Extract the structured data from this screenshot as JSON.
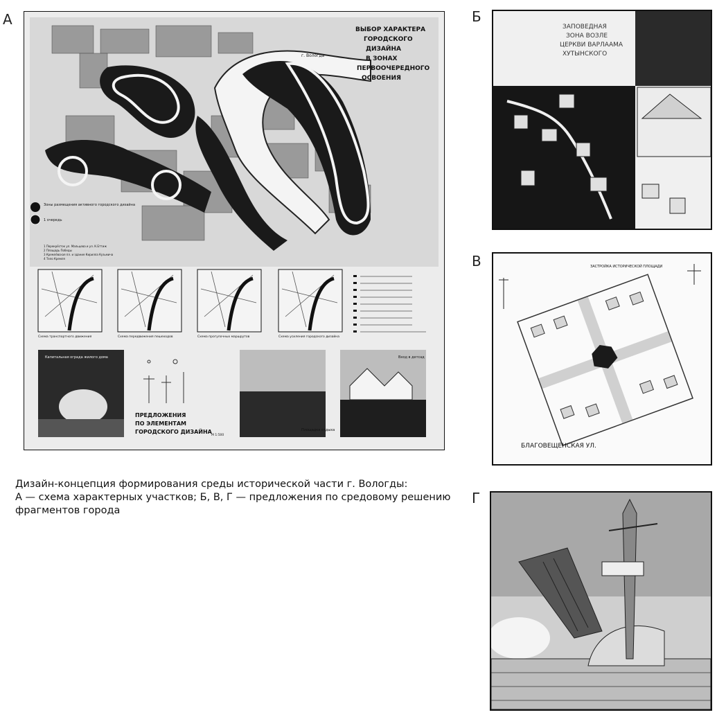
{
  "labels": {
    "a": "А",
    "b": "Б",
    "v": "В",
    "g": "Г"
  },
  "caption": {
    "line1": "Дизайн-концепция формирования среды исторической части г. Вологды:",
    "line2": "А — схема характерных участков; Б, В, Г — предложения по средовому решению",
    "line3": "фрагментов города"
  },
  "panel_a": {
    "title_lines": [
      "ВЫБОР ХАРАКТЕРА",
      "ГОРОДСКОГО",
      "ДИЗАЙНА",
      "В ЗОНАХ",
      "ПЕРВООЧЕРЕДНОГО",
      "ОСВОЕНИЯ"
    ],
    "river_label": "г. Вологда",
    "legend_1": "Зоны размещения активного городского дизайна",
    "legend_2": "1 очередь",
    "legend_items": [
      "1 Перекрёсток ул. Мальцева и ул. К.Бттиж",
      "2 Площадь Победы",
      "3 Кремлёвская пл. и здание Кирилла Кузьмича",
      "4 Тело Кремля"
    ],
    "schema_captions": [
      "Схема транспортного движения",
      "Схема передвижения пешеходов",
      "Схема прогулочных маршрутов",
      "Схема усиления городского дизайна"
    ],
    "photo_captions": [
      "Капитальная ограда жилого дома",
      "Вход в детсад",
      "Площадка отдыха"
    ],
    "proposals_lines": [
      "ПРЕДЛОЖЕНИЯ",
      "ПО ЭЛЕМЕНТАМ",
      "ГОРОДСКОГО ДИЗАЙНА"
    ],
    "scale": "М 1:500"
  },
  "panel_b": {
    "title_lines": [
      "ЗАПОВЕДНАЯ",
      "ЗОНА ВОЗЛЕ",
      "ЦЕРКВИ ВАРЛААМА",
      "ХУТЫНСКОГО"
    ]
  },
  "panel_v": {
    "street_label": "БЛАГОВЕЩЕНСКАЯ УЛ.",
    "top_label": "ЗАСТРОЙКА ИСТОРИЧЕСКОЙ ПЛОЩАДИ"
  }
}
